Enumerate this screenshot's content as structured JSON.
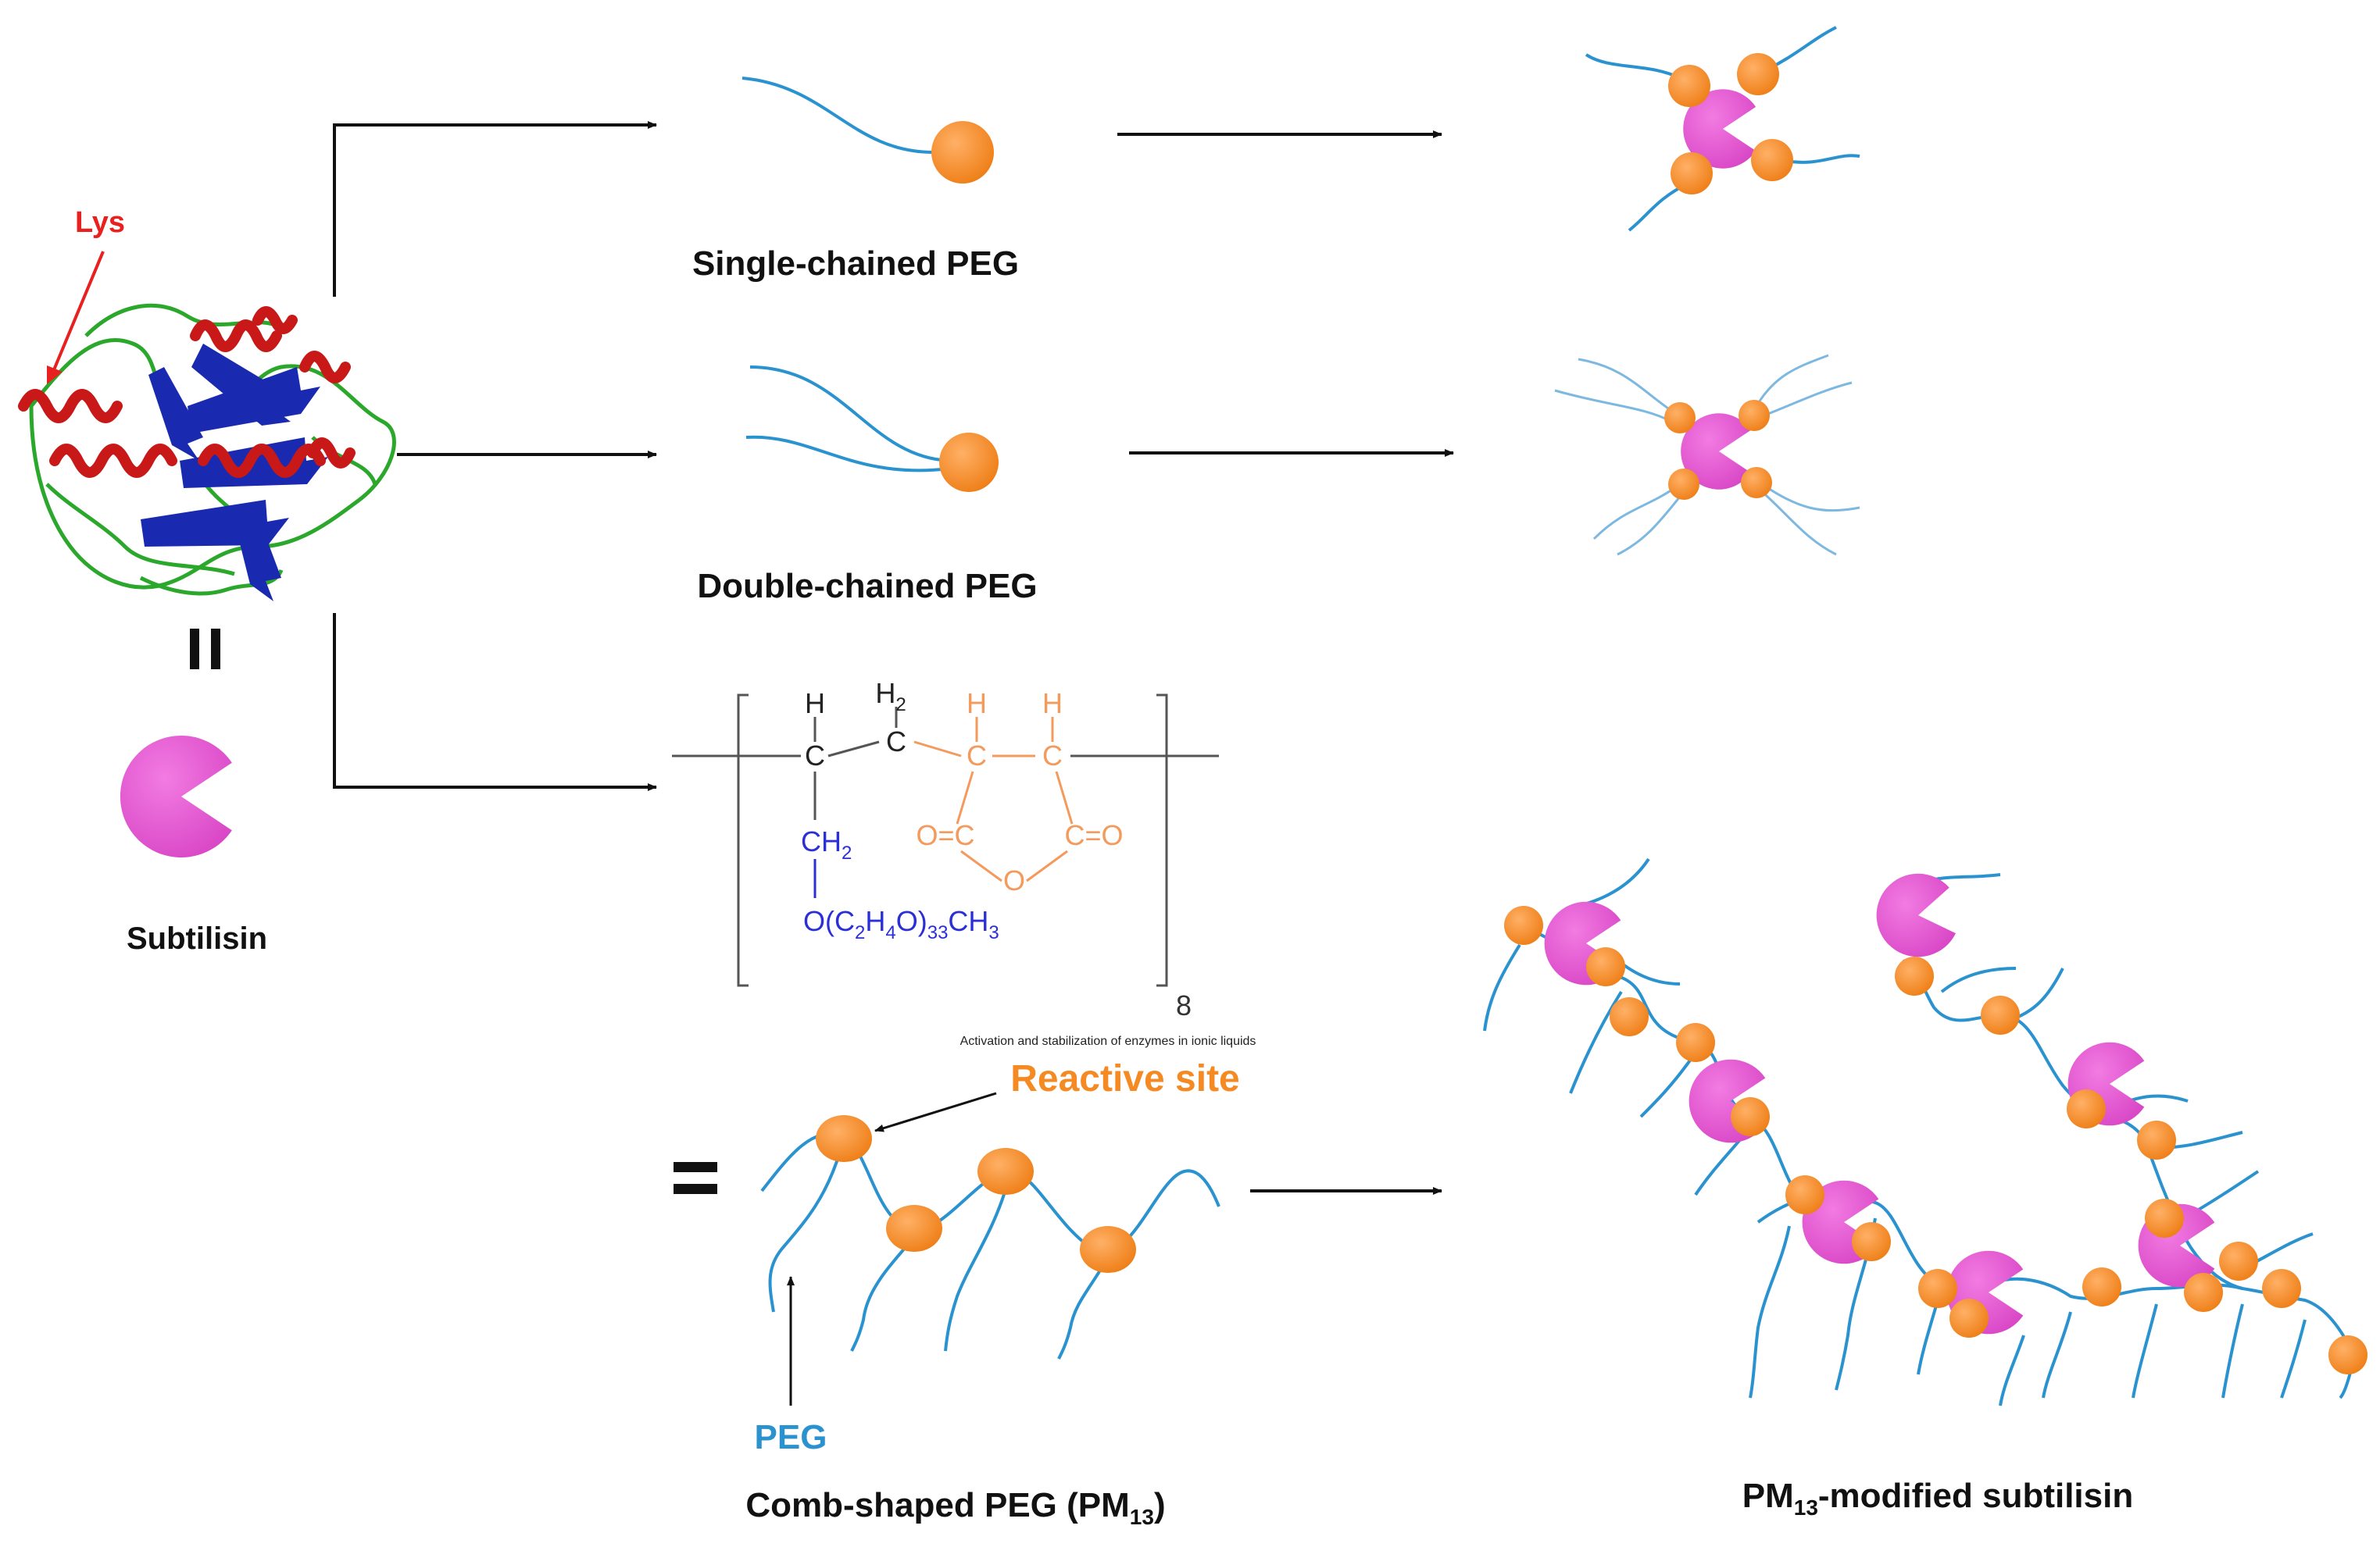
{
  "colors": {
    "peg_chain": "#2A93CF",
    "reactive_site": "#F58A22",
    "enzyme": "#E25ACF",
    "arrow": "#111111",
    "lys_label": "#E8201F",
    "ch2_group": "#2A2FD6",
    "anhydride": "#F39A5C",
    "helix": "#C81818",
    "strand": "#1A2AB0",
    "loop": "#2BA82B"
  },
  "labels": {
    "lys": "Lys",
    "subtilisin": "Subtilisin",
    "single_chained": "Single-chained PEG",
    "double_chained": "Double-chained PEG",
    "comb_shaped": "Comb-shaped PEG (PM",
    "comb_shaped_sub": "13",
    "comb_shaped_close": ")",
    "pm13_modified_prefix": "PM",
    "pm13_modified_sub": "13",
    "pm13_modified_suffix": "-modified subtilisin",
    "reactive_site": "Reactive site",
    "peg": "PEG",
    "caption_small": "Activation and stabilization of enzymes in ionic liquids"
  },
  "structure": {
    "h_left": "H",
    "c_left": "C",
    "h2": "H",
    "h2_sub": "2",
    "c_mid": "C",
    "h_an1": "H",
    "c_an1": "C",
    "h_an2": "H",
    "c_an2": "C",
    "co_left": "O=C",
    "co_right": "C=O",
    "o_ring": "O",
    "ch2_group": "CH",
    "ch2_sub": "2",
    "peg_o": "O(C",
    "peg_c2": "2",
    "peg_h": "H",
    "peg_h4": "4",
    "peg_close": "O)",
    "peg_n": "33",
    "peg_end": "CH",
    "peg_end_sub": "3",
    "repeat": "8"
  }
}
